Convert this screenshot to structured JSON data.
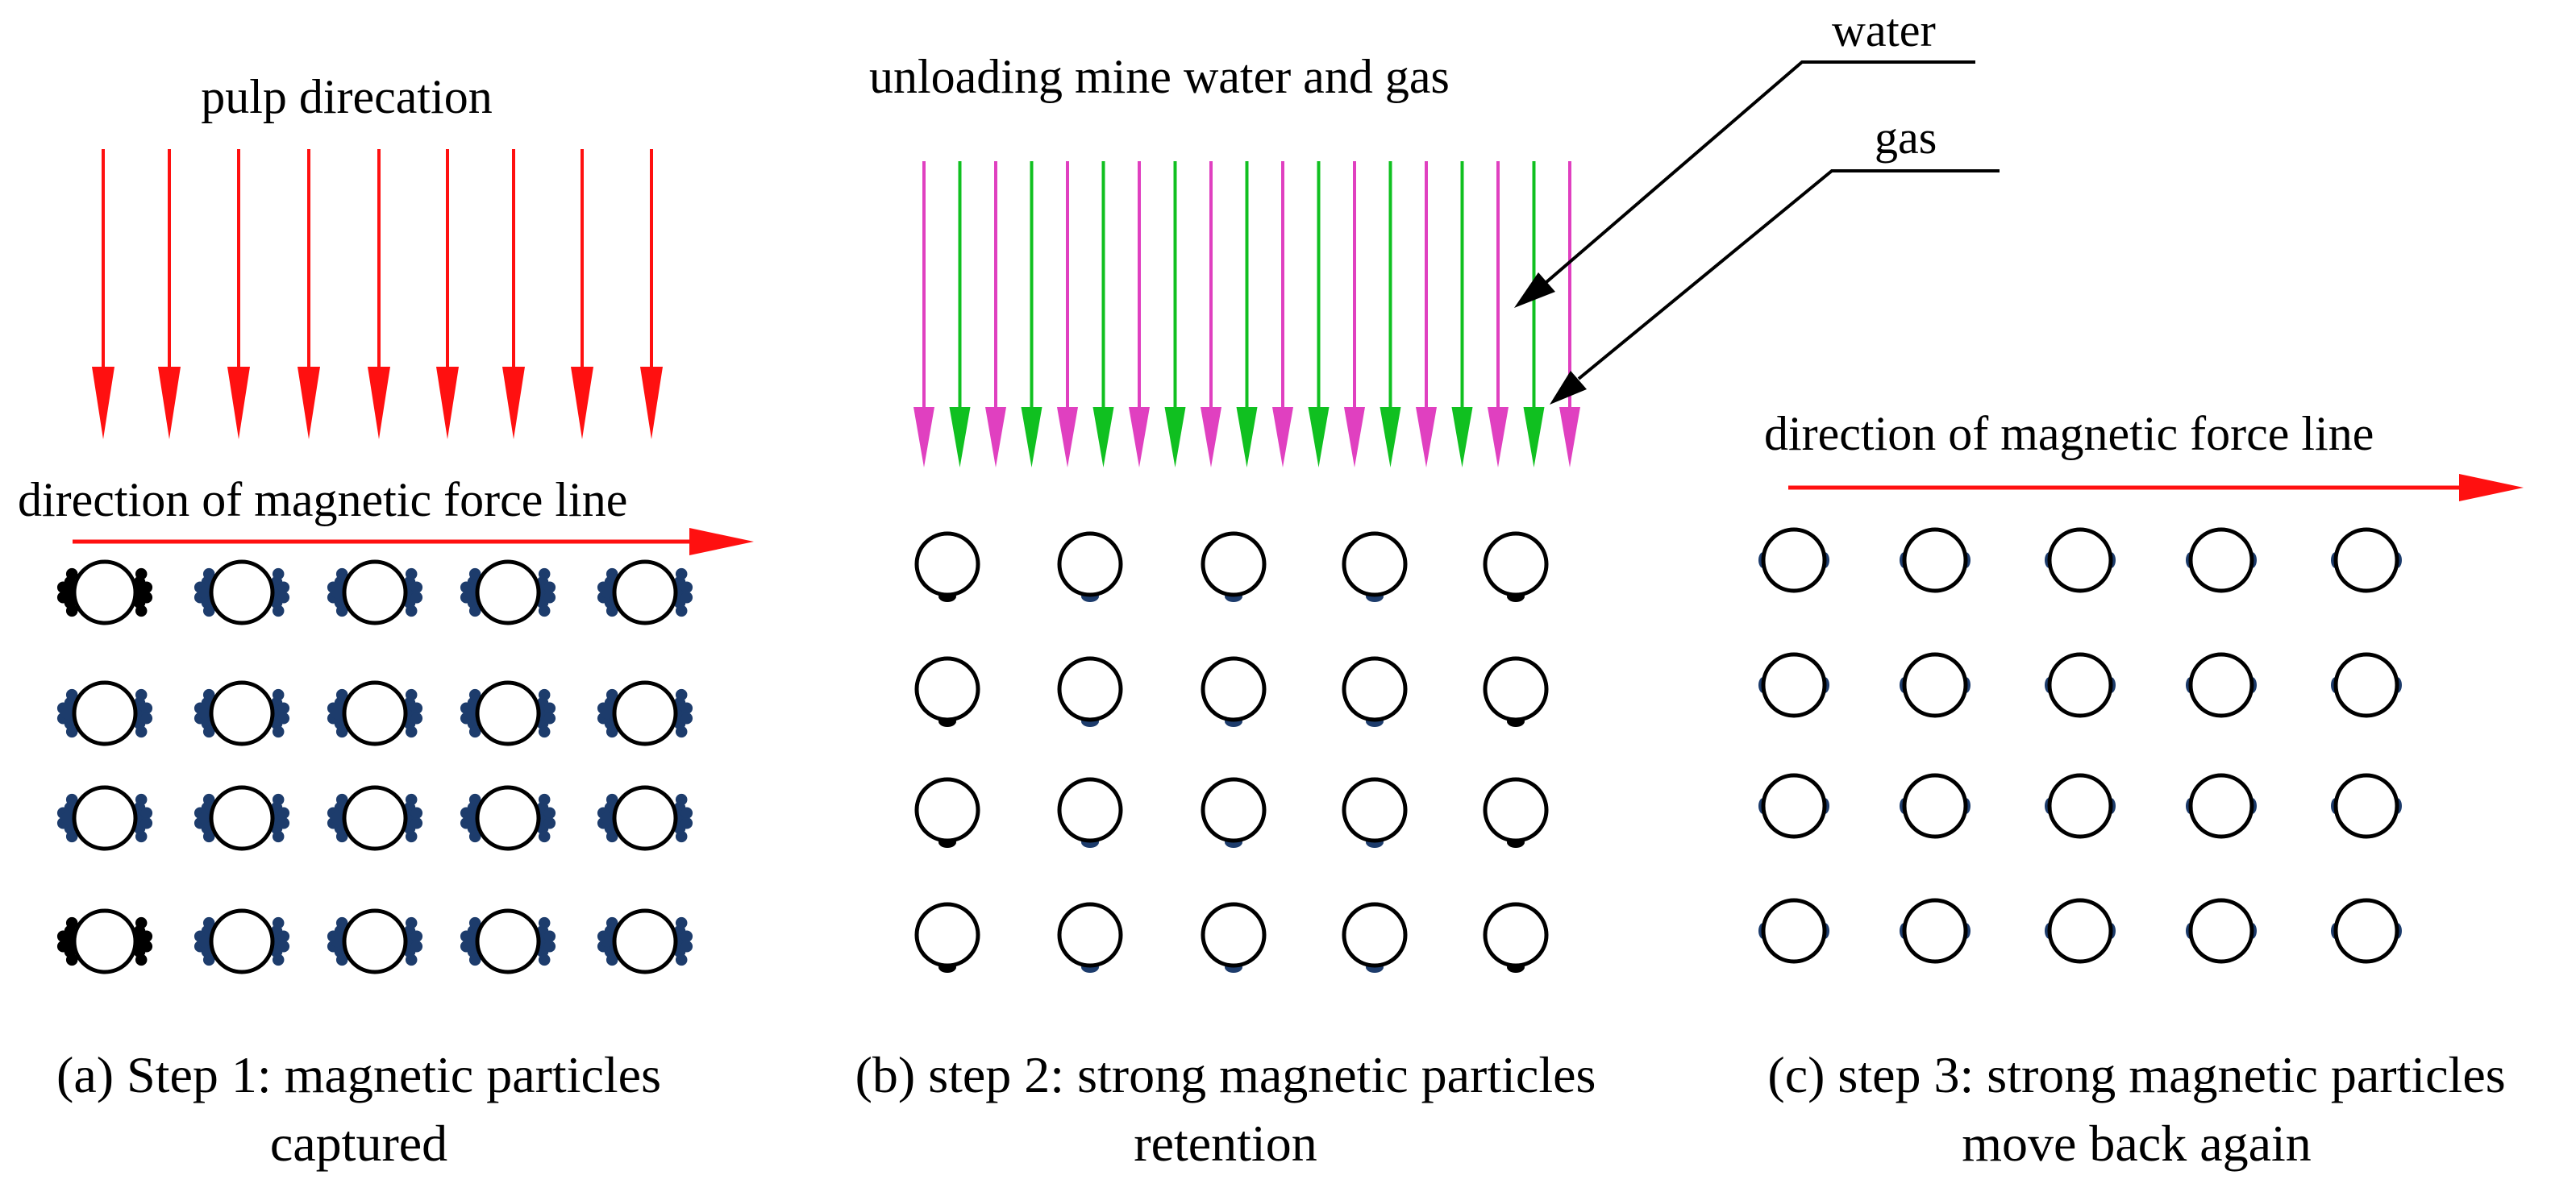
{
  "panels": {
    "a": {
      "flow_label": "pulp direcation",
      "field_label": "direction of magnetic force line",
      "caption_line1": "(a) Step 1: magnetic particles",
      "caption_line2": "captured"
    },
    "b": {
      "flow_label": "unloading mine water and gas",
      "water_label": "water",
      "gas_label": "gas",
      "caption_line1": "(b) step 2: strong magnetic particles",
      "caption_line2": "retention"
    },
    "c": {
      "field_label": "direction of magnetic force line",
      "caption_line1": "(c) step 3: strong magnetic particles",
      "caption_line2": "move back again"
    }
  },
  "colors": {
    "pulp_arrow": "#ff1010",
    "field_arrow": "#ff1010",
    "water_arrow": "#e040c0",
    "gas_arrow": "#10c020",
    "particle_blue": "#1d3c6c",
    "particle_black": "#000000"
  }
}
